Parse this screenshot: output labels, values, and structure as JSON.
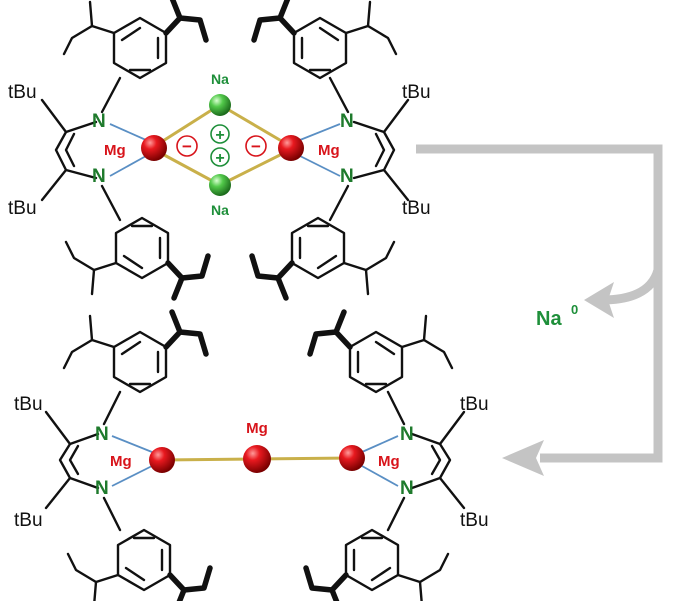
{
  "top_complex": {
    "mg_label": "Mg",
    "n_label": "N",
    "na_label": "Na",
    "tbu_label": "tBu",
    "plus_sign": "+",
    "minus_sign": "−"
  },
  "bottom_complex": {
    "mg_label": "Mg",
    "n_label": "N",
    "tbu_label": "tBu"
  },
  "reagent": {
    "symbol": "Na",
    "superscript": "0",
    "color": "#1e8f3a"
  },
  "colors": {
    "mg_atom": "#d8141b",
    "na_atom": "#4cc64c",
    "nitrogen": "#1e7a2c",
    "metal_bond": "#c9b04a",
    "coord_bond": "#5a8fc4",
    "arrow": "#c4c4c4"
  }
}
